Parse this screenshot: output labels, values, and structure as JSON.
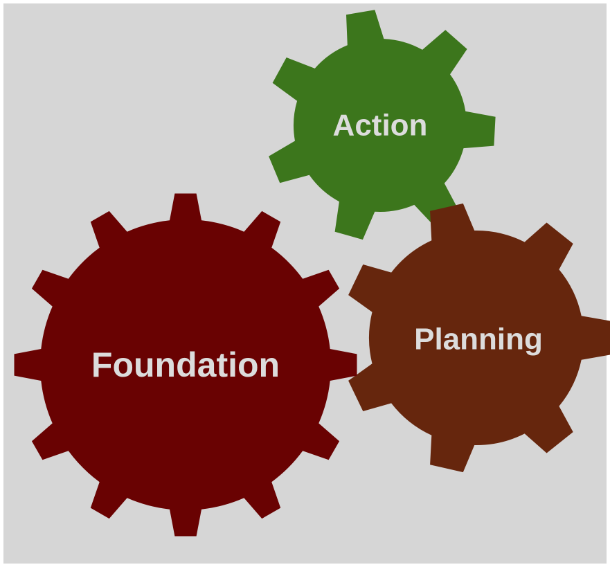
{
  "background_color": "#d6d6d6",
  "label_color": "#dcdcdc",
  "gears": [
    {
      "name": "gear-action",
      "label": "Action",
      "color": "#3c761c",
      "teeth": 7
    },
    {
      "name": "gear-planning",
      "label": "Planning",
      "color": "#66260d",
      "teeth": 7
    },
    {
      "name": "gear-foundation",
      "label": "Foundation",
      "color": "#690202",
      "teeth": 12
    }
  ]
}
